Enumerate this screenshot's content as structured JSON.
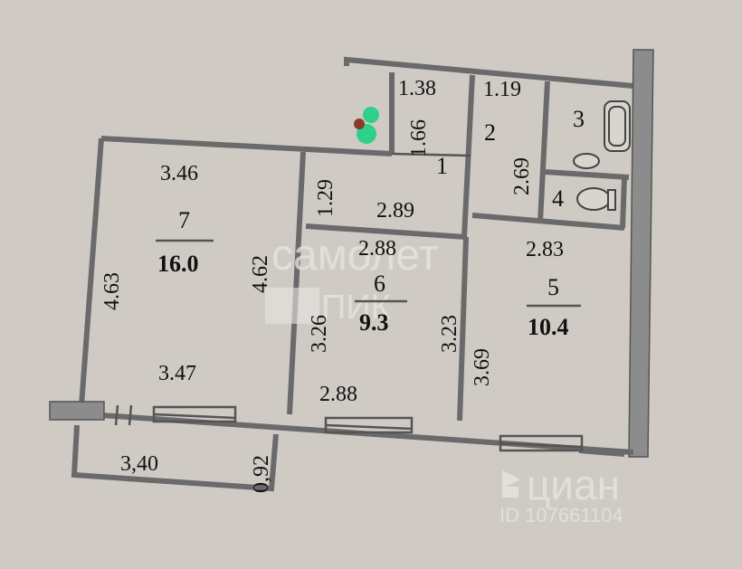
{
  "rooms": [
    {
      "id": "1",
      "number": "1",
      "dims": [
        "1.38",
        "1.66",
        "2.89",
        "1.29"
      ]
    },
    {
      "id": "2",
      "number": "2",
      "dims": [
        "1.19",
        "2.69"
      ]
    },
    {
      "id": "3",
      "number": "3"
    },
    {
      "id": "4",
      "number": "4"
    },
    {
      "id": "5",
      "number": "5",
      "area": "10.4",
      "dims": [
        "2.83",
        "3.69"
      ]
    },
    {
      "id": "6",
      "number": "6",
      "area": "9.3",
      "dims": [
        "2.88",
        "3.26",
        "3.23",
        "2.88"
      ]
    },
    {
      "id": "7",
      "number": "7",
      "area": "16.0",
      "dims": [
        "3.46",
        "4.63",
        "4.62",
        "3.47"
      ]
    }
  ],
  "balcony": {
    "dims": [
      "3,40",
      "0,92"
    ]
  },
  "watermarks": {
    "samolet": "самолет",
    "pik": "ПИК",
    "cian": "циан",
    "cian_id": "ID 107661104"
  },
  "colors": {
    "paper": "#cfcbc4",
    "wall": "#6a6a6a",
    "marker": "#2fd18a",
    "marker_dark": "#8a3b2a"
  }
}
